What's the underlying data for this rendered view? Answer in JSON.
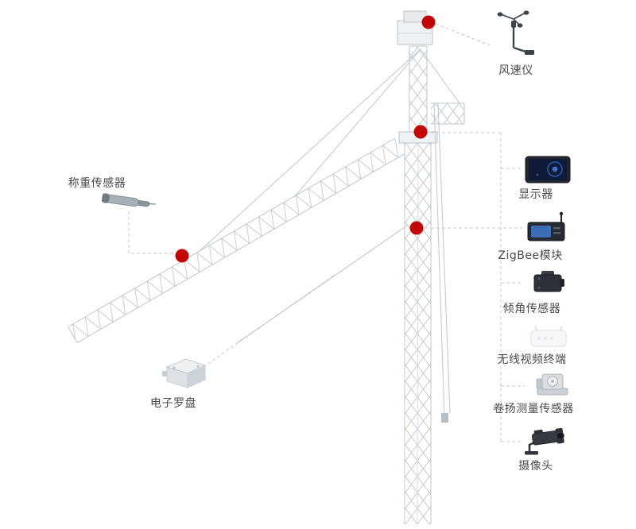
{
  "colors": {
    "marker_red": "#c40606",
    "crane_line": "#bdc7ce",
    "connector": "#c9c9c9",
    "text": "#4a4a4a"
  },
  "icons": {
    "anemometer": "anemometer-icon",
    "weighing_sensor": "load-cell-icon",
    "display": "monitor-icon",
    "zigbee": "zigbee-module-icon",
    "tilt_sensor": "tilt-sensor-icon",
    "wireless_video_terminal": "wireless-video-icon",
    "hoist_sensor": "hoist-sensor-icon",
    "camera": "cctv-camera-icon",
    "compass": "compass-box-icon"
  },
  "annotations": {
    "anemometer": {
      "label": "风速仪"
    },
    "weighing_sensor": {
      "label": "称重传感器"
    },
    "display": {
      "label": "显示器"
    },
    "zigbee": {
      "label": "ZigBee模块"
    },
    "tilt_sensor": {
      "label": "倾角传感器"
    },
    "wireless_video_terminal": {
      "label": "无线视频终端"
    },
    "hoist_sensor": {
      "label": "卷扬测量传感器"
    },
    "camera": {
      "label": "摄像头"
    },
    "compass": {
      "label": "电子罗盘"
    }
  }
}
